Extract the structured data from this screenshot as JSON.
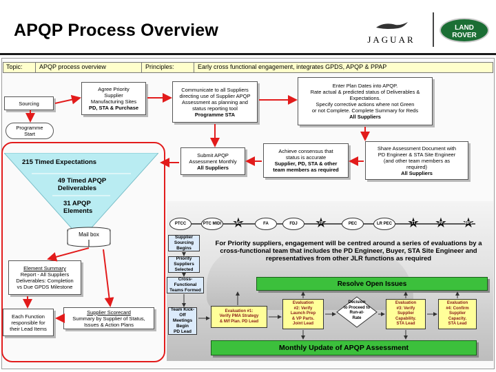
{
  "title": "APQP Process Overview",
  "logos": {
    "jaguar": "JAGUAR",
    "land_rover": [
      "LAND",
      "ROVER"
    ],
    "land_rover_color": "#1b6e34"
  },
  "topic_bar": {
    "topic_label": "Topic:",
    "topic_value": "APQP process overview",
    "principles_label": "Principles:",
    "principles_value": "Early cross functional engagement, integrates GPDS, APQP & PPAP"
  },
  "boxes": {
    "sourcing": "Sourcing",
    "agree": [
      "Agree Priority",
      "Supplier",
      "Manufacturing Sites",
      "PD, STA & Purchase"
    ],
    "communicate": [
      "Communicate to all Suppliers",
      "directing use of Supplier APQP",
      "Assessment as planning and",
      "status reporting tool",
      "Programme STA"
    ],
    "enter_plan": [
      "Enter Plan Dates into APQP.",
      "Rate actual & predicted status of Deliverables &",
      "Expectations.",
      "Specify corrective actions where not Green",
      "or not Complete. Complete Summary for Reds",
      "All Suppliers"
    ],
    "programme_start": [
      "Programme",
      "Start"
    ],
    "submit": [
      "Submit APQP",
      "Assessment Monthly",
      "All Suppliers"
    ],
    "consensus": [
      "Achieve consensus that",
      "status is accurate",
      "Supplier, PD, STA & other",
      "team members as required"
    ],
    "share": [
      "Share Assessment Document with",
      "PD Engineer & STA Site Engineer",
      "(and other team members as",
      "required)",
      "All Suppliers"
    ],
    "mailbox": "Mail box",
    "element_summary": [
      "Element Summary",
      "Report - All Suppliers",
      "Deliverables: Completion",
      "vs Due GPDS Milestone"
    ],
    "each_function": [
      "Each Function",
      "responsible for",
      "their Lead Items"
    ],
    "scorecard": [
      "Supplier Scorecard",
      "Summary by Supplier of Status,",
      "Issues & Action Plans"
    ]
  },
  "funnel": {
    "level1": "215 Timed Expectations",
    "level2": [
      "49 Timed APQP",
      "Deliverables"
    ],
    "level3": [
      "31 APQP",
      "Elements"
    ]
  },
  "timeline": {
    "gateways": [
      {
        "label": "PTCC",
        "kind": "oval"
      },
      {
        "label": "PTC MIDI",
        "kind": "oval"
      },
      {
        "label": "M1",
        "kind": "star"
      },
      {
        "label": "FA",
        "kind": "oval"
      },
      {
        "label": "FDJ",
        "kind": "oval"
      },
      {
        "label": "VP",
        "kind": "star"
      },
      {
        "label": "PEC",
        "kind": "oval"
      },
      {
        "label": "LR PEC",
        "kind": "oval"
      },
      {
        "label": "TT",
        "kind": "star"
      },
      {
        "label": "PP",
        "kind": "star"
      },
      {
        "label": "MP1",
        "kind": "star"
      }
    ]
  },
  "engagement_text": "For Priority suppliers, engagement will be centred around a series of evaluations by a cross-functional team that includes the PD Engineer, Buyer, STA Site Engineer and representatives from other JLR functions as required",
  "flow": {
    "sourcing_begins": [
      "Supplier",
      "Sourcing",
      "Begins"
    ],
    "priority_selected": [
      "Priority",
      "Suppliers",
      "Selected"
    ],
    "teams_formed": [
      "Cross-",
      "Functional",
      "Teams Formed"
    ],
    "kickoff": [
      "Team Kick-",
      "Off",
      "Meetings",
      "Begin",
      "PD Lead"
    ]
  },
  "resolve": "Resolve Open Issues",
  "monthly": "Monthly Update of APQP Assessment",
  "evaluations": {
    "eval1": [
      "Evaluation #1:",
      "Verify PMA Strategy",
      "& M/f Plan. PD Lead"
    ],
    "eval2": [
      "Evaluation",
      "#2: Verify",
      "Launch Prep",
      "& VP Parts.",
      "Joint Lead"
    ],
    "decision": [
      "Decision",
      "to Proceed to",
      "Run-at-",
      "Rate"
    ],
    "eval3": [
      "Evaluation",
      "#3: Verify",
      "Supplier",
      "Capability.",
      "STA Lead"
    ],
    "eval4": [
      "Evaluation",
      "#4: Confirm",
      "Supplier",
      "Capacity.",
      "STA Lead"
    ]
  },
  "colors": {
    "highlight_oval": "#e21b1b",
    "resolve_bar": "#3cc03c",
    "eval_fill": "#ffff99",
    "flow_fill": "#dcebfb",
    "topic_fill": "#ffffcc",
    "funnel": "#b9ecf2"
  }
}
